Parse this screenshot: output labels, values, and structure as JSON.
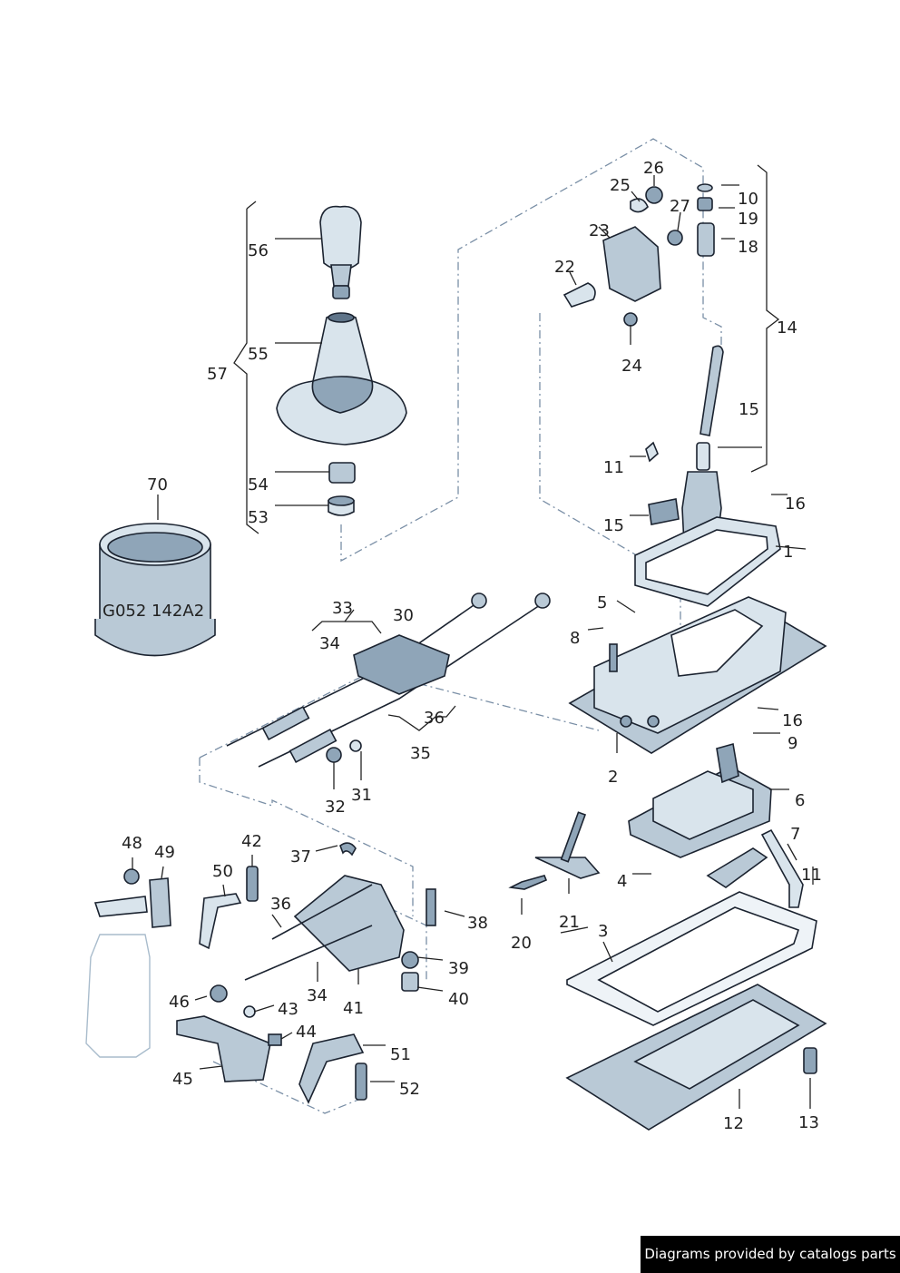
{
  "diagram": {
    "callouts": [
      "1",
      "2",
      "3",
      "4",
      "5",
      "6",
      "7",
      "8",
      "9",
      "10",
      "11",
      "11",
      "12",
      "13",
      "14",
      "15",
      "15",
      "16",
      "16",
      "18",
      "19",
      "20",
      "21",
      "22",
      "23",
      "24",
      "25",
      "26",
      "27",
      "30",
      "31",
      "32",
      "33",
      "34",
      "34",
      "35",
      "36",
      "36",
      "37",
      "38",
      "39",
      "40",
      "41",
      "42",
      "43",
      "44",
      "45",
      "46",
      "48",
      "49",
      "50",
      "51",
      "52",
      "53",
      "54",
      "55",
      "56",
      "57",
      "70"
    ],
    "can_label": "G052 142A2"
  },
  "footer": {
    "credit": "Diagrams provided by catalogs parts"
  }
}
